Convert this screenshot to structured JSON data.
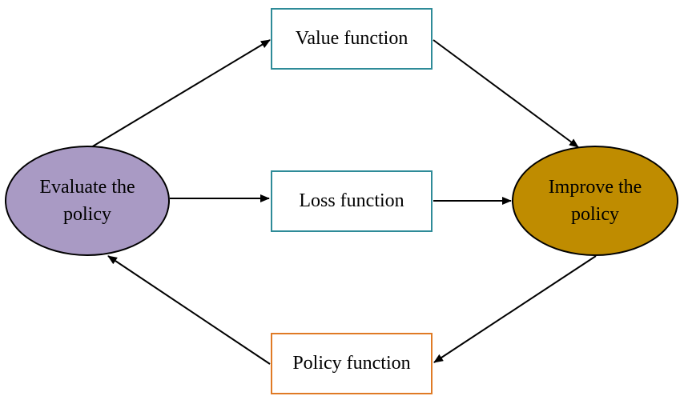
{
  "nodes": {
    "evaluate": {
      "line1": "Evaluate the",
      "line2": "policy",
      "fill": "#a99ac4"
    },
    "improve": {
      "line1": "Improve the",
      "line2": "policy",
      "fill": "#bf8c00"
    }
  },
  "boxes": {
    "value": {
      "label": "Value function",
      "border": "#2e8b98"
    },
    "loss": {
      "label": "Loss function",
      "border": "#2e8b98"
    },
    "policy": {
      "label": "Policy function",
      "border": "#e07a25"
    }
  },
  "edges": [
    {
      "from": "Evaluate the policy",
      "to": "Value function"
    },
    {
      "from": "Value function",
      "to": "Improve the policy"
    },
    {
      "from": "Evaluate the policy",
      "to": "Loss function"
    },
    {
      "from": "Loss function",
      "to": "Improve the policy"
    },
    {
      "from": "Improve the policy",
      "to": "Policy function"
    },
    {
      "from": "Policy function",
      "to": "Evaluate the policy"
    }
  ]
}
